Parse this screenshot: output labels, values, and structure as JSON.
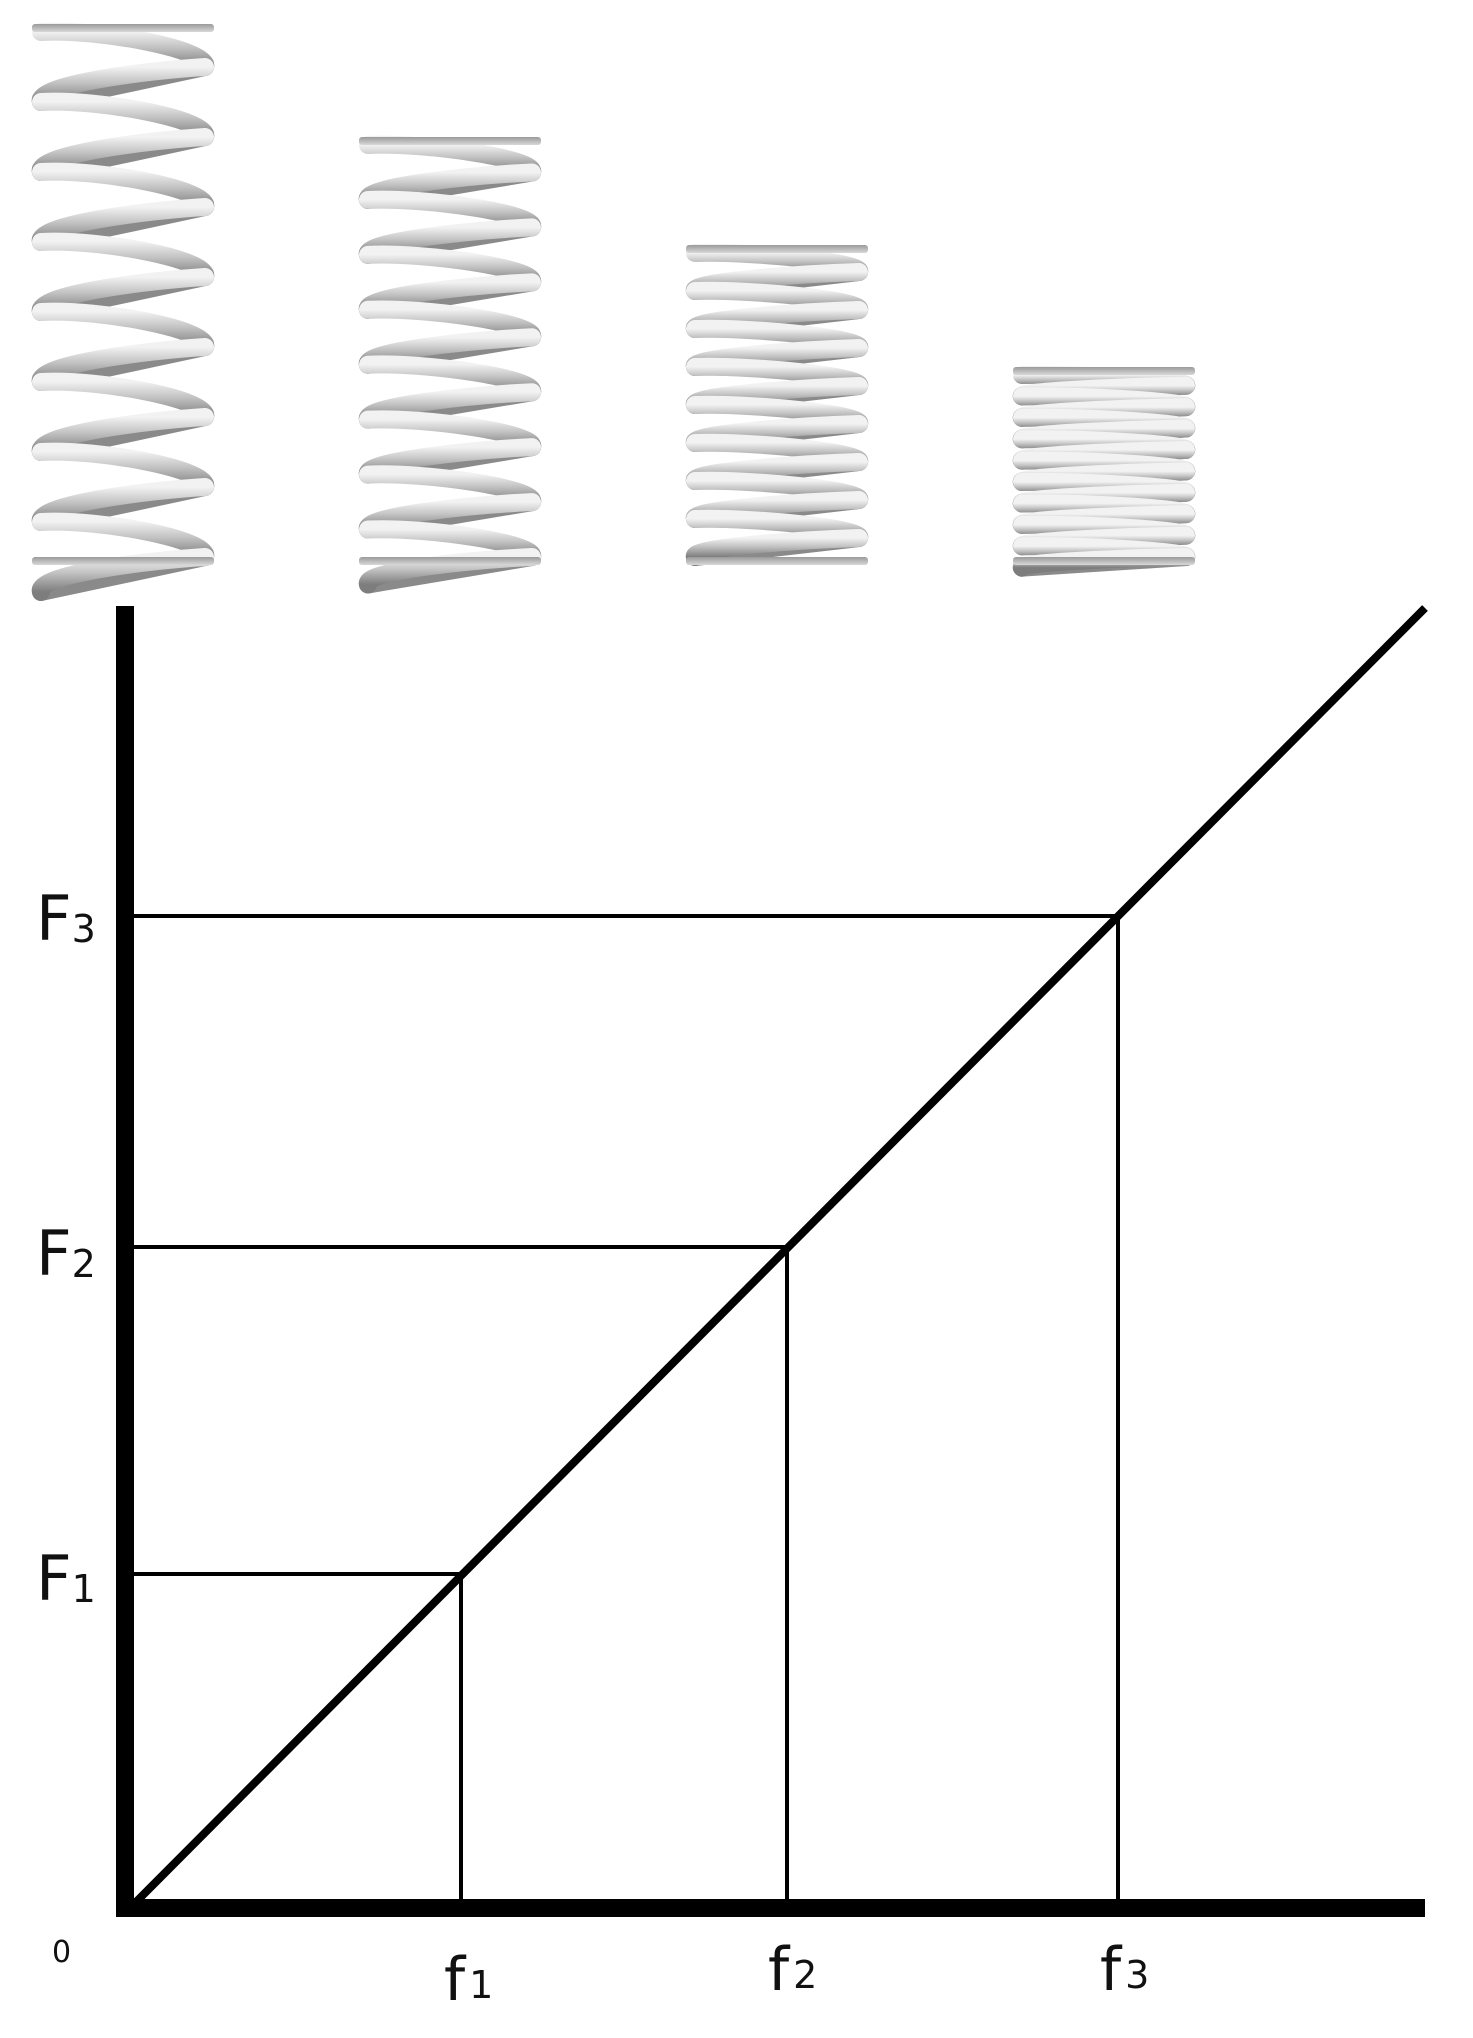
{
  "diagram": {
    "origin_label": "0",
    "springs": [
      {
        "name": "spring-uncompressed",
        "compression_level": 0
      },
      {
        "name": "spring-compressed-1",
        "compression_level": 1
      },
      {
        "name": "spring-compressed-2",
        "compression_level": 2
      },
      {
        "name": "spring-compressed-3",
        "compression_level": 3
      }
    ],
    "force_ticks": [
      {
        "main": "F",
        "sub": "1",
        "level": 1
      },
      {
        "main": "F",
        "sub": "2",
        "level": 2
      },
      {
        "main": "F",
        "sub": "3",
        "level": 3
      }
    ],
    "deflection_ticks": [
      {
        "main": "f",
        "sub": "1",
        "level": 1
      },
      {
        "main": "f",
        "sub": "2",
        "level": 2
      },
      {
        "main": "f",
        "sub": "3",
        "level": 3
      }
    ],
    "line": "linear"
  }
}
